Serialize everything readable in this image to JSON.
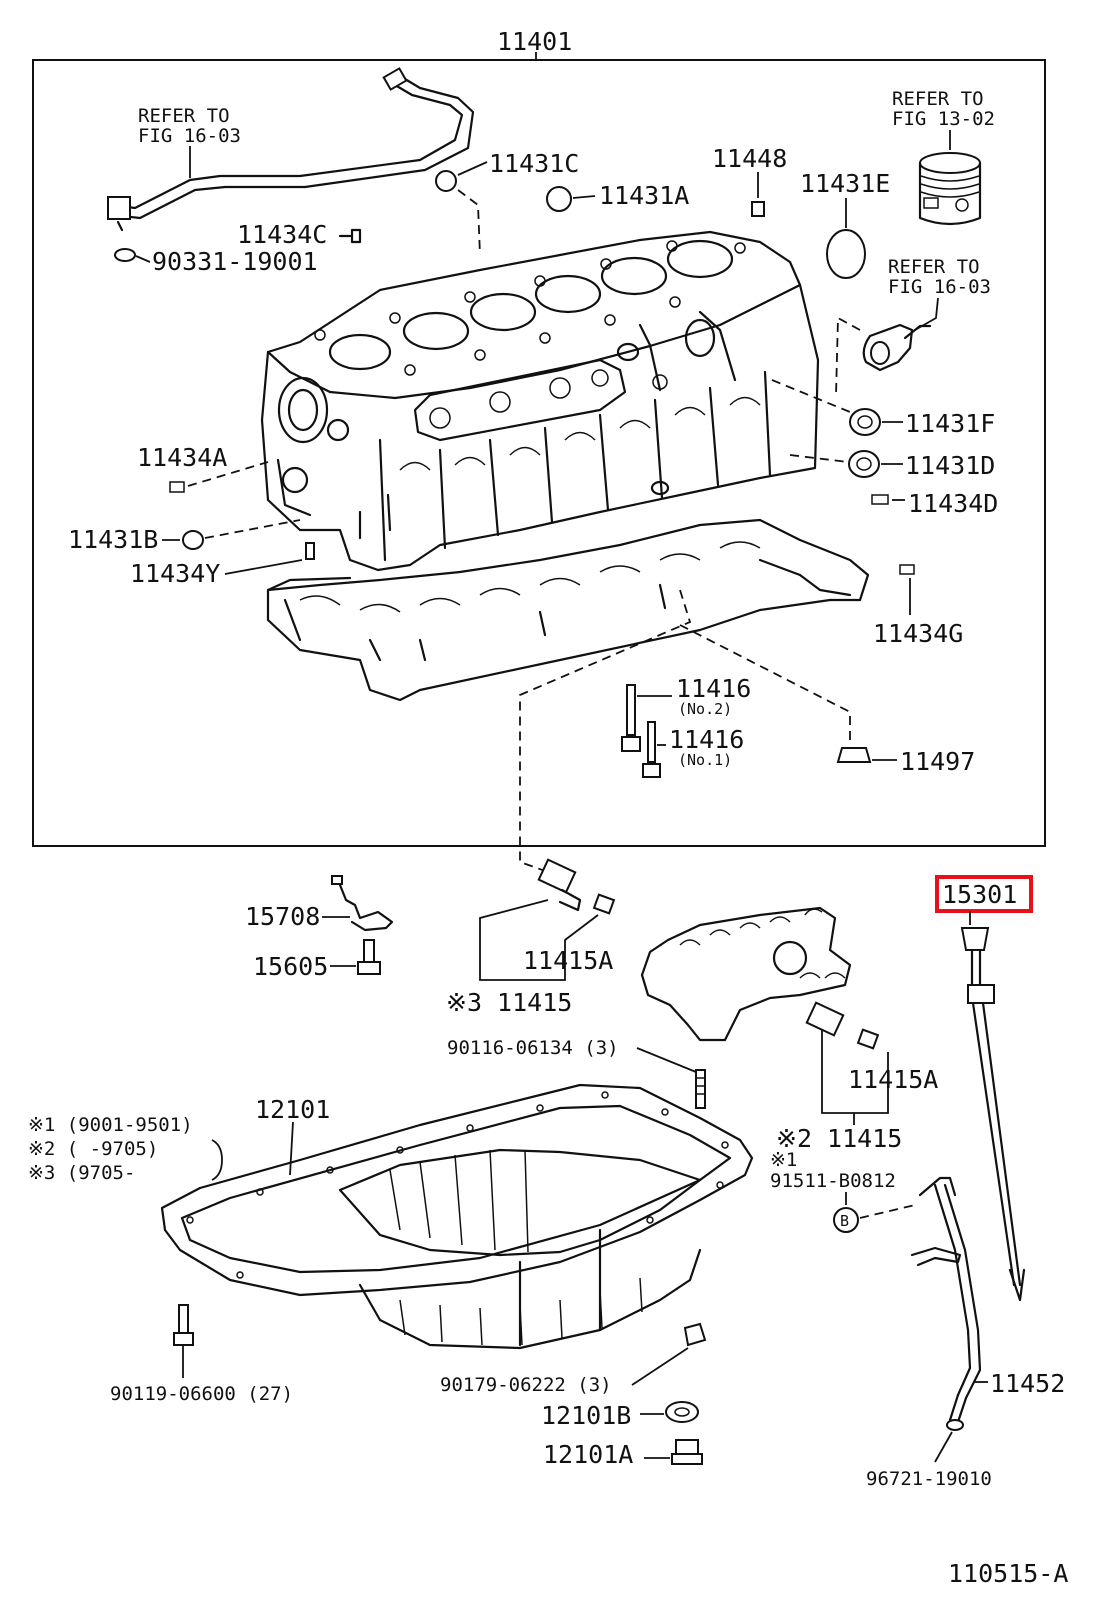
{
  "title_part": "11401",
  "refs": {
    "ref1_line1": "REFER TO",
    "ref1_line2": "FIG 16-03",
    "ref2_line1": "REFER TO",
    "ref2_line2": "FIG 13-02",
    "ref3_line1": "REFER TO",
    "ref3_line2": "FIG 16-03"
  },
  "labels": {
    "p11431C": "11431C",
    "p11431A": "11431A",
    "p11448": "11448",
    "p11431E": "11431E",
    "p11434C": "11434C",
    "p90331": "90331-19001",
    "p11434A": "11434A",
    "p11431B": "11431B",
    "p11434Y": "11434Y",
    "p11431F": "11431F",
    "p11431D": "11431D",
    "p11434D": "11434D",
    "p11434G": "11434G",
    "p11416a": "11416",
    "p11416a_sub": "(No.2)",
    "p11416b": "11416",
    "p11416b_sub": "(No.1)",
    "p11497": "11497",
    "p15301": "15301",
    "p15708": "15708",
    "p15605": "15605",
    "p11415A_1": "11415A",
    "p11415_1": "※3 11415",
    "p90116": "90116-06134 (3)",
    "p11415A_2": "11415A",
    "p11415_2": "※2 11415",
    "p91511_mark": "※1",
    "p91511": "91511-B0812",
    "p12101": "12101",
    "note1": "※1 (9001-9501)",
    "note2": "※2 (     -9705)",
    "note3": "※3 (9705-",
    "p90119": "90119-06600 (27)",
    "p90179": "90179-06222 (3)",
    "p12101B": "12101B",
    "p12101A": "12101A",
    "p11452": "11452",
    "p96721": "96721-19010",
    "fig_code": "110515-A",
    "circle_b": "B"
  },
  "highlight_color": "#e8101a"
}
